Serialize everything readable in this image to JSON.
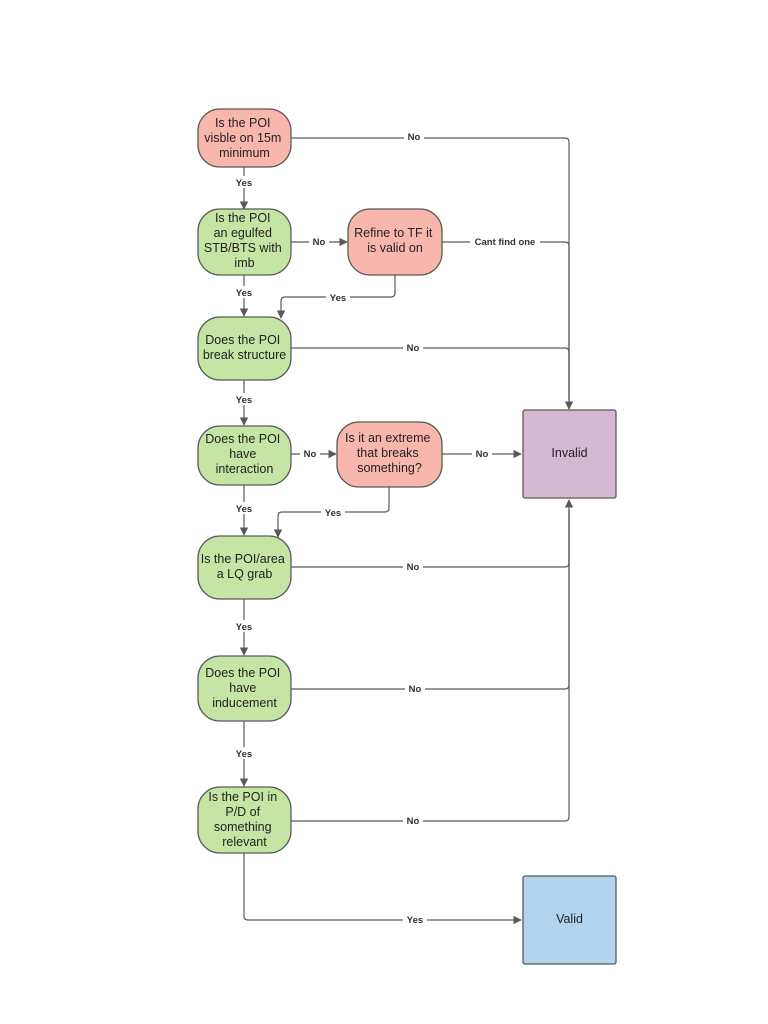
{
  "colors": {
    "decision_green": "#c5e5a5",
    "decision_red": "#f9b6ad",
    "invalid": "#d5b8d1",
    "valid": "#b1d3ee",
    "stroke": "#5a5a5a"
  },
  "nodes": {
    "q_visible": {
      "lines": [
        "Is the POI",
        "visble on 15m",
        "minimum"
      ]
    },
    "q_engulfed": {
      "lines": [
        "Is the POI",
        "an egulfed",
        "STB/BTS with",
        "imb"
      ]
    },
    "refine": {
      "lines": [
        "Refine to TF it",
        "is valid on"
      ]
    },
    "q_break": {
      "lines": [
        "Does the POI",
        "break structure"
      ]
    },
    "q_interaction": {
      "lines": [
        "Does the POI",
        "have",
        "interaction"
      ]
    },
    "q_extreme": {
      "lines": [
        "Is it an extreme",
        "that breaks",
        "something?"
      ]
    },
    "q_lq": {
      "lines": [
        "Is the POI/area",
        "a LQ grab"
      ]
    },
    "q_inducement": {
      "lines": [
        "Does the POI",
        "have",
        "inducement"
      ]
    },
    "q_pd": {
      "lines": [
        "Is the POI in",
        "P/D of",
        "something",
        "relevant"
      ]
    },
    "invalid": {
      "lines": [
        "Invalid"
      ]
    },
    "valid": {
      "lines": [
        "Valid"
      ]
    }
  },
  "edge_labels": {
    "visible_no": "No",
    "visible_yes": "Yes",
    "engulfed_no": "No",
    "refine_cant": "Cant find one",
    "engulfed_yes": "Yes",
    "refine_yes": "Yes",
    "break_no": "No",
    "break_yes": "Yes",
    "interaction_no": "No",
    "extreme_no": "No",
    "interaction_yes": "Yes",
    "extreme_yes": "Yes",
    "lq_no": "No",
    "lq_yes": "Yes",
    "inducement_no": "No",
    "inducement_yes": "Yes",
    "pd_no": "No",
    "pd_yes": "Yes"
  }
}
